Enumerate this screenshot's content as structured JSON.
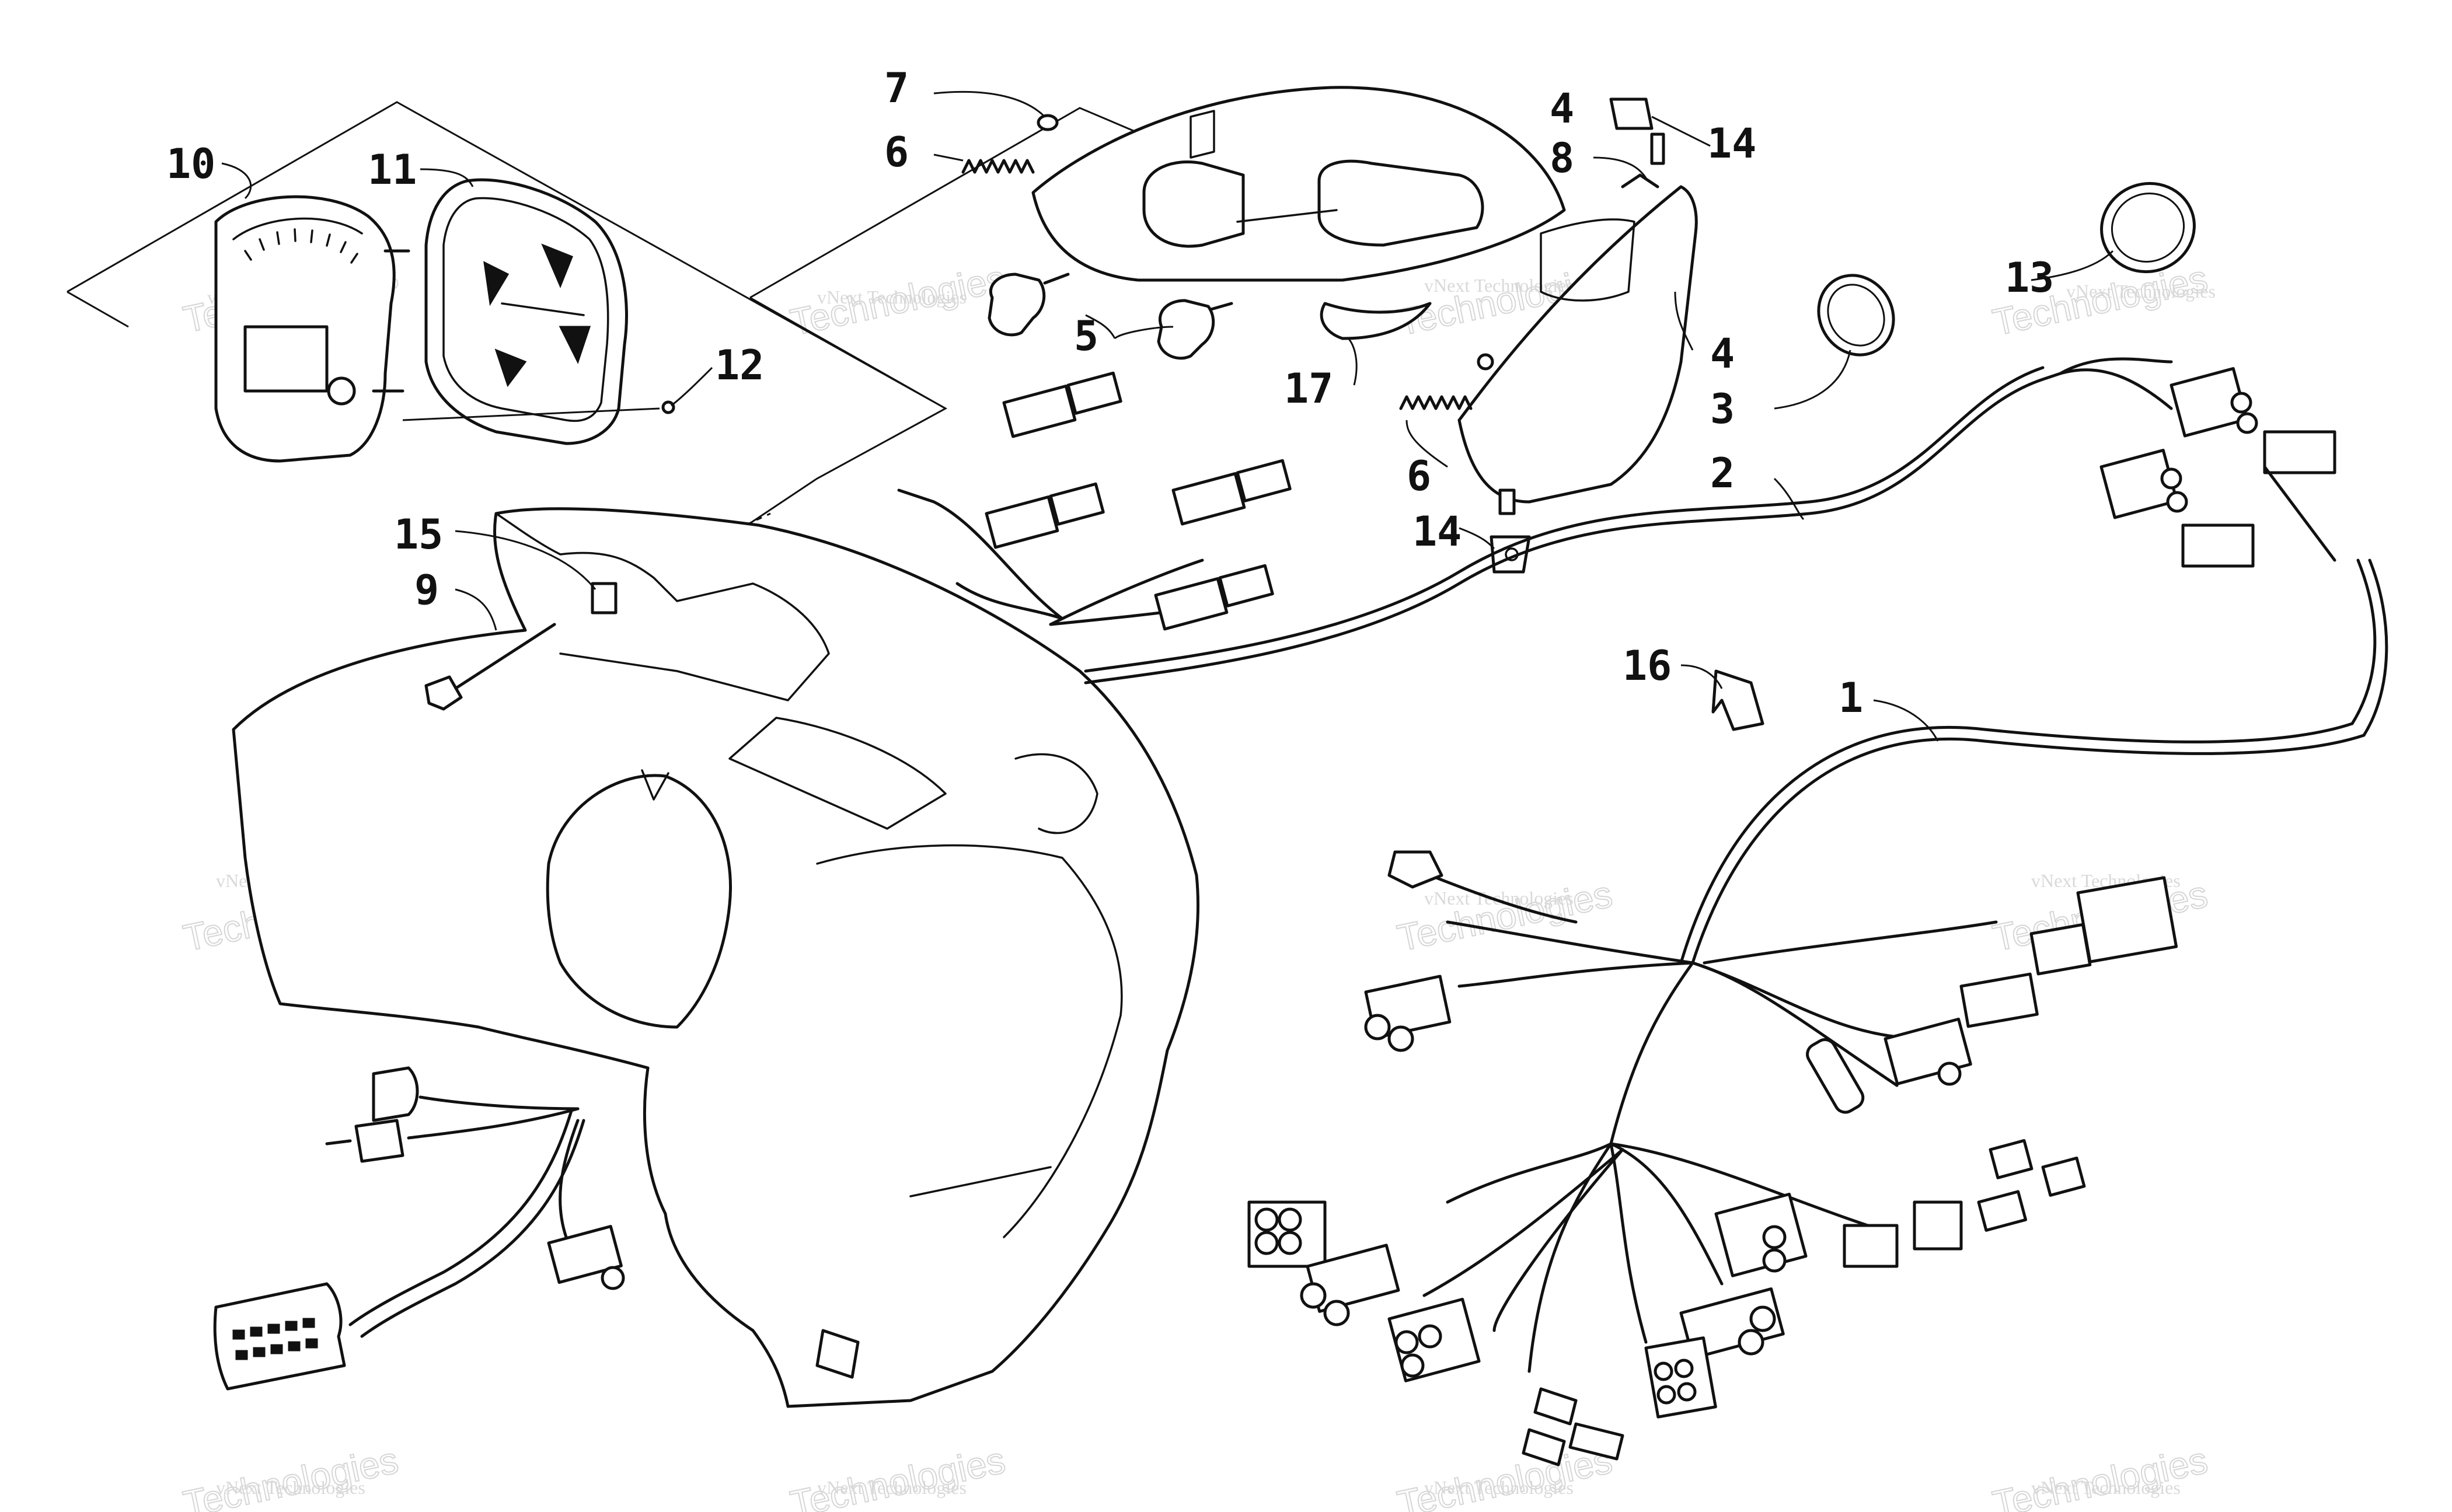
{
  "watermark": {
    "line1": "vNext Technologies",
    "line2": "Technologies"
  },
  "callouts": [
    {
      "id": "c1",
      "text": "1"
    },
    {
      "id": "c2",
      "text": "2"
    },
    {
      "id": "c3",
      "text": "3"
    },
    {
      "id": "c4a",
      "text": "4"
    },
    {
      "id": "c4b",
      "text": "4"
    },
    {
      "id": "c5",
      "text": "5"
    },
    {
      "id": "c6a",
      "text": "6"
    },
    {
      "id": "c6b",
      "text": "6"
    },
    {
      "id": "c7",
      "text": "7"
    },
    {
      "id": "c8",
      "text": "8"
    },
    {
      "id": "c9",
      "text": "9"
    },
    {
      "id": "c10",
      "text": "10"
    },
    {
      "id": "c11",
      "text": "11"
    },
    {
      "id": "c12",
      "text": "12"
    },
    {
      "id": "c13",
      "text": "13"
    },
    {
      "id": "c14a",
      "text": "14"
    },
    {
      "id": "c14b",
      "text": "14"
    },
    {
      "id": "c15",
      "text": "15"
    },
    {
      "id": "c16",
      "text": "16"
    },
    {
      "id": "c17",
      "text": "17"
    }
  ]
}
